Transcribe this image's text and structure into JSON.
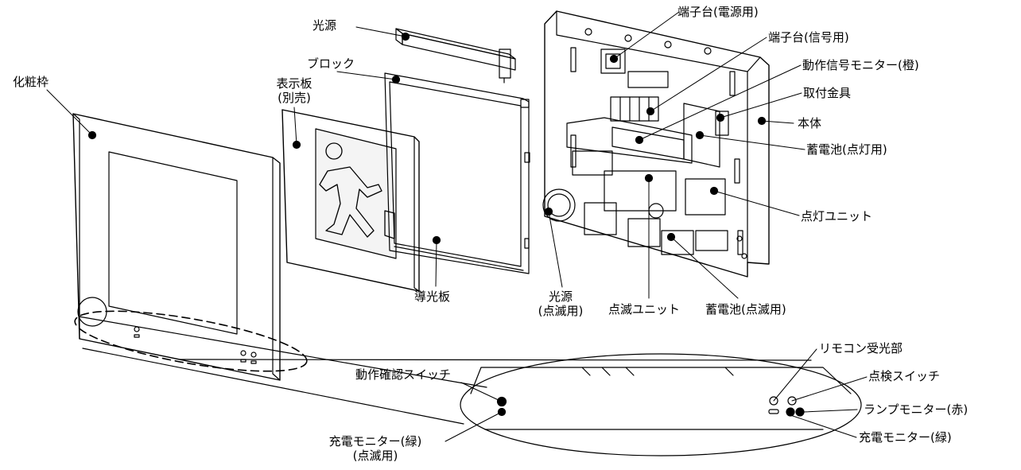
{
  "labels": {
    "kesho_waku": "化粧枠",
    "hyouji_ban": "表示板",
    "hyouji_ban_sub": "(別売)",
    "kougen_top": "光源",
    "block": "ブロック",
    "dou_kou_ban": "導光板",
    "kougen_tenmetsu": "光源",
    "kougen_tenmetsu_sub": "(点滅用)",
    "tenmetsu_unit": "点滅ユニット",
    "chikudenchi_tenmetsu": "蓄電池(点滅用)",
    "tanshi_dengen": "端子台(電源用)",
    "tanshi_shingou": "端子台(信号用)",
    "dousa_shingou_monitor": "動作信号モニター(橙)",
    "toritsuke_kanagu": "取付金具",
    "hontai": "本体",
    "chikudenchi_tentou": "蓄電池(点灯用)",
    "tentou_unit": "点灯ユニット",
    "dousa_kakunin_switch": "動作確認スイッチ",
    "juuden_monitor_left": "充電モニター(緑)",
    "juuden_monitor_left_sub": "(点滅用)",
    "remocon_juukoubu": "リモコン受光部",
    "tenken_switch": "点検スイッチ",
    "lamp_monitor": "ランプモニター(赤)",
    "juuden_monitor_right": "充電モニター(緑)"
  }
}
